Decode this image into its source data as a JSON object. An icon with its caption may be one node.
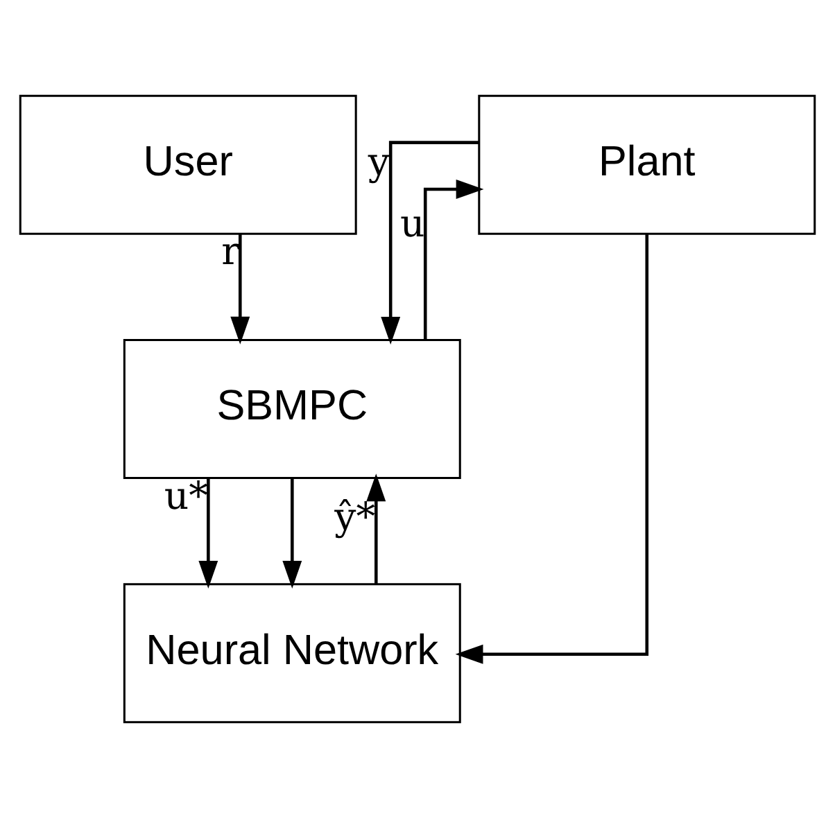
{
  "diagram": {
    "nodes": [
      {
        "text": [
          "Plant"
        ]
      },
      {
        "text": [
          "User"
        ]
      },
      {
        "text": [
          "SBMPC"
        ]
      },
      {
        "text": [
          "Neural Network"
        ]
      }
    ],
    "edges": [
      {
        "from": 0,
        "to": 2,
        "arrow": "to",
        "label": "y"
      },
      {
        "from": 0,
        "to": 3,
        "arrow": "to"
      },
      {
        "from": 1,
        "to": 2,
        "arrow": "to",
        "label": "r"
      },
      {
        "from": 2,
        "to": 3,
        "arrow": "to",
        "label": "u*"
      },
      {
        "from": 3,
        "to": 2,
        "arrow": "to",
        "label": "ŷ*"
      },
      {
        "from": 2,
        "to": 0,
        "arrow": "to",
        "label": "u"
      },
      {
        "from": 2,
        "to": 3,
        "arrow": "to"
      }
    ]
  }
}
